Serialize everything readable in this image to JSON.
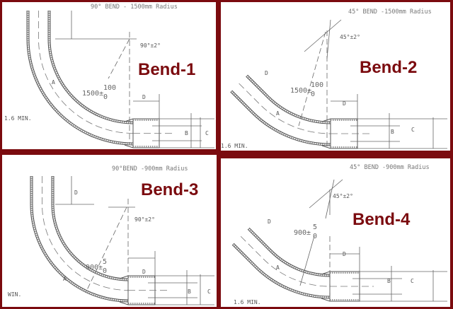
{
  "colors": {
    "frame": "#7b0b0f",
    "label": "#7b0b0f",
    "drawing": "#555555"
  },
  "panels": [
    {
      "title": "90° BEND - 1500mm Radius",
      "label": "Bend-1",
      "angle": "90°±2°",
      "radius": "1500±",
      "tol_plus": "100",
      "tol_minus": "0",
      "wall": "1.6 MIN.",
      "dim_a": "A",
      "dim_b": "B",
      "dim_c": "C",
      "dim_d": "D"
    },
    {
      "title": "45° BEND -1500mm Radius",
      "label": "Bend-2",
      "angle": "45°±2°",
      "radius": "1500±",
      "tol_plus": "100",
      "tol_minus": "0",
      "wall": "1.6 MIN.",
      "dim_a": "A",
      "dim_b": "B",
      "dim_c": "C",
      "dim_d": "D"
    },
    {
      "title": "90°BEND -900mm Radius",
      "label": "Bend-3",
      "angle": "90°±2°",
      "radius": "900±",
      "tol_plus": "5",
      "tol_minus": "0",
      "wall": "WIN.",
      "dim_a": "A",
      "dim_b": "B",
      "dim_c": "C",
      "dim_d": "D"
    },
    {
      "title": "45° BEND -900mm Radius",
      "label": "Bend-4",
      "angle": "45°±2°",
      "radius": "900±",
      "tol_plus": "5",
      "tol_minus": "0",
      "wall": "1.6 MIN.",
      "dim_a": "A",
      "dim_b": "B",
      "dim_c": "C",
      "dim_d": "D"
    }
  ]
}
